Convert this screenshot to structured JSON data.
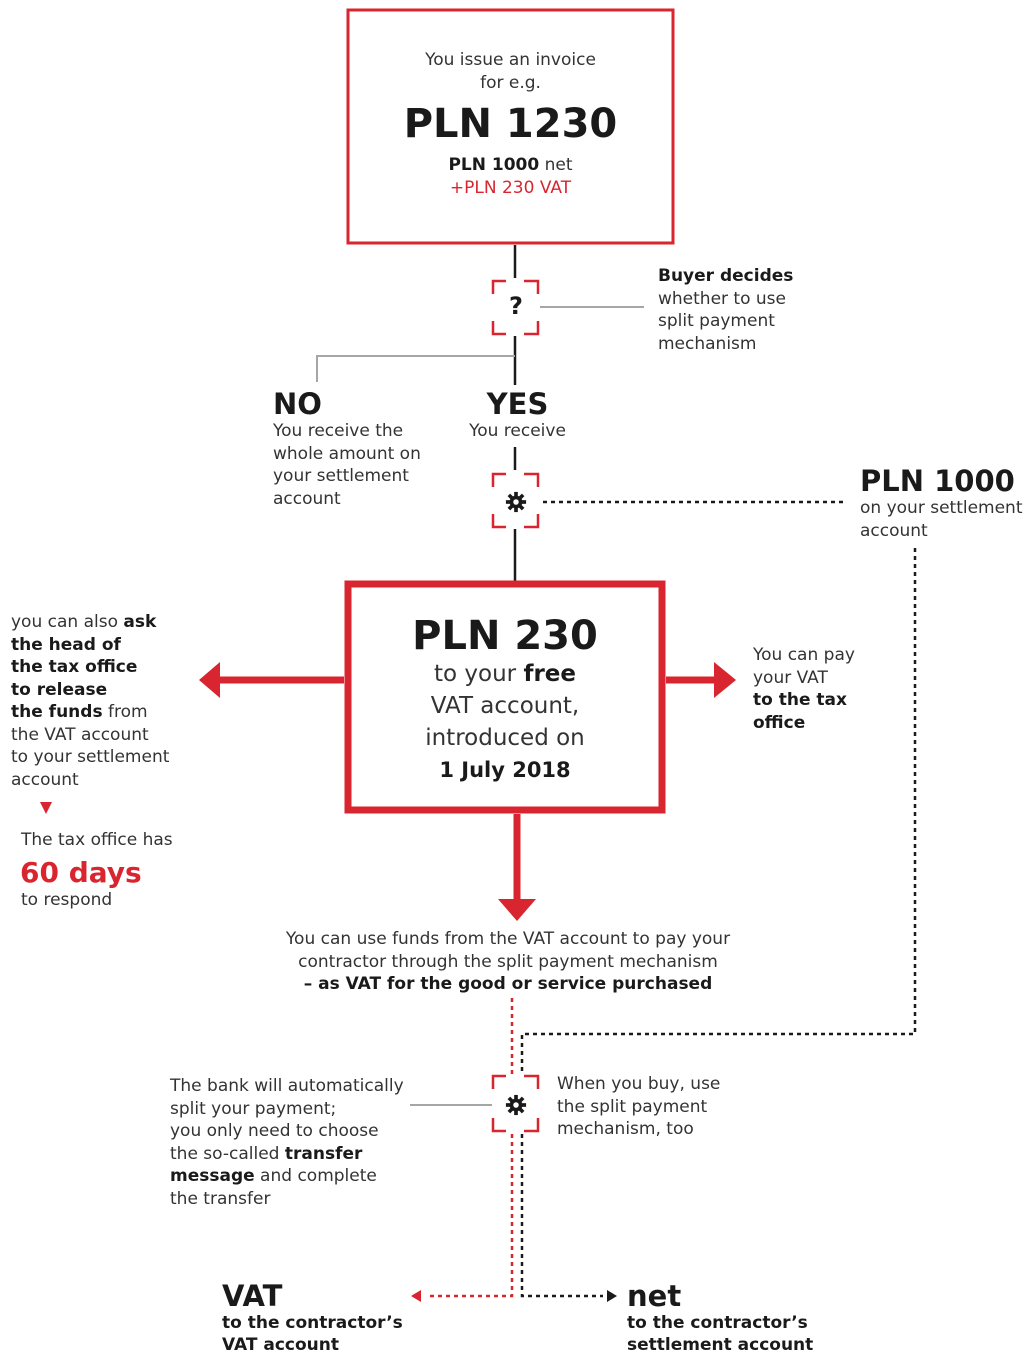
{
  "top_box": {
    "line1": "You issue an invoice",
    "line2": "for e.g.",
    "amount": "PLN 1230",
    "net_bold": "PLN 1000",
    "net_text": " net",
    "vat": "+PLN 230 VAT"
  },
  "decision": {
    "symbol": "?",
    "title": "Buyer decides",
    "line1": "whether to use",
    "line2": "split payment",
    "line3": "mechanism"
  },
  "no_branch": {
    "label": "NO",
    "lines": [
      "You receive the",
      "whole amount on",
      "your settlement",
      "account"
    ]
  },
  "yes_branch": {
    "label": "YES",
    "line": "You receive"
  },
  "settlement": {
    "amount": "PLN 1000",
    "line1": "on your settlement",
    "line2": "account"
  },
  "vat_box": {
    "amount": "PLN 230",
    "line1_pre": "to your ",
    "line1_bold": "free",
    "line2": "VAT account,",
    "line3": "introduced on",
    "date": "1 July 2018"
  },
  "left_note": {
    "pre": "you can also ",
    "b1": "ask",
    "b2": "the head of",
    "b3": "the tax office",
    "b4": "to release",
    "b5": "the funds",
    "after_b5": " from",
    "l1": "the VAT account",
    "l2": "to your settlement",
    "l3": "account",
    "office_line": "The tax office has",
    "days": "60 days",
    "respond": "to respond"
  },
  "right_note": {
    "line1": "You can pay",
    "line2": "your VAT",
    "b1": "to the tax",
    "b2": "office"
  },
  "use_funds": {
    "line1": "You can use funds from the VAT account to pay your",
    "line2": "contractor through the split payment mechanism",
    "line3": "– as VAT for the good or service purchased"
  },
  "bank_note": {
    "line1": "The bank will automatically",
    "line2": "split your payment;",
    "line3": "you only need to choose",
    "line4_pre": "the so-called ",
    "line4_bold": "transfer",
    "line5_bold": "message",
    "line5_post": " and complete",
    "line6": "the transfer"
  },
  "buy_note": {
    "line1": "When you buy, use",
    "line2": "the split payment",
    "line3": "mechanism, too"
  },
  "vat_out": {
    "label": "VAT",
    "line1": "to the contractor’s",
    "line2": "VAT account"
  },
  "net_out": {
    "label": "net",
    "line1": "to the contractor’s",
    "line2": "settlement account"
  },
  "colors": {
    "accent": "#d9252f",
    "text": "#1a1a1a",
    "grey_line": "#a6a6a6"
  },
  "icons": [
    "question-mark-icon",
    "gear-icon",
    "arrow-icon"
  ]
}
